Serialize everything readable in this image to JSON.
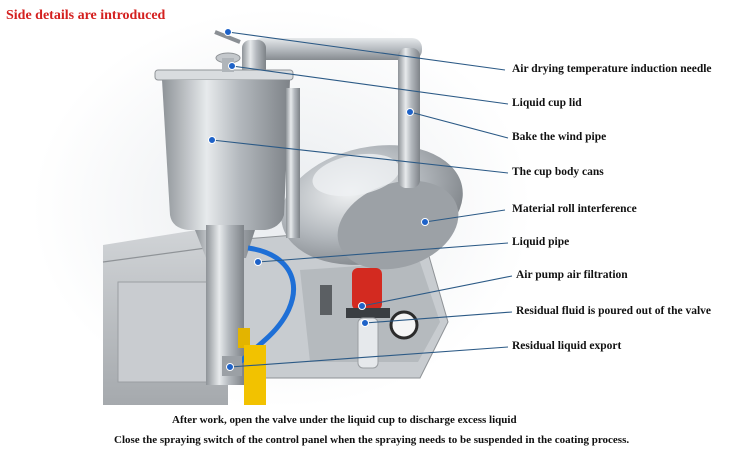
{
  "title": "Side details are introduced",
  "labels": [
    "Air drying temperature induction needle",
    "Liquid cup lid",
    "Bake the wind pipe",
    "The cup body cans",
    "Material roll interference",
    "Liquid pipe",
    "Air pump air filtration",
    "Residual fluid is poured out of the valve",
    "Residual liquid export"
  ],
  "notes": [
    "After work, open the valve under the liquid cup to discharge excess liquid",
    "Close the spraying switch of the control panel when the spraying needs to be suspended in the coating process."
  ],
  "colors": {
    "title": "#d4201f",
    "leader": "#2c5a86",
    "dot": "#1e62c8",
    "steel": "#bfc3c7"
  }
}
